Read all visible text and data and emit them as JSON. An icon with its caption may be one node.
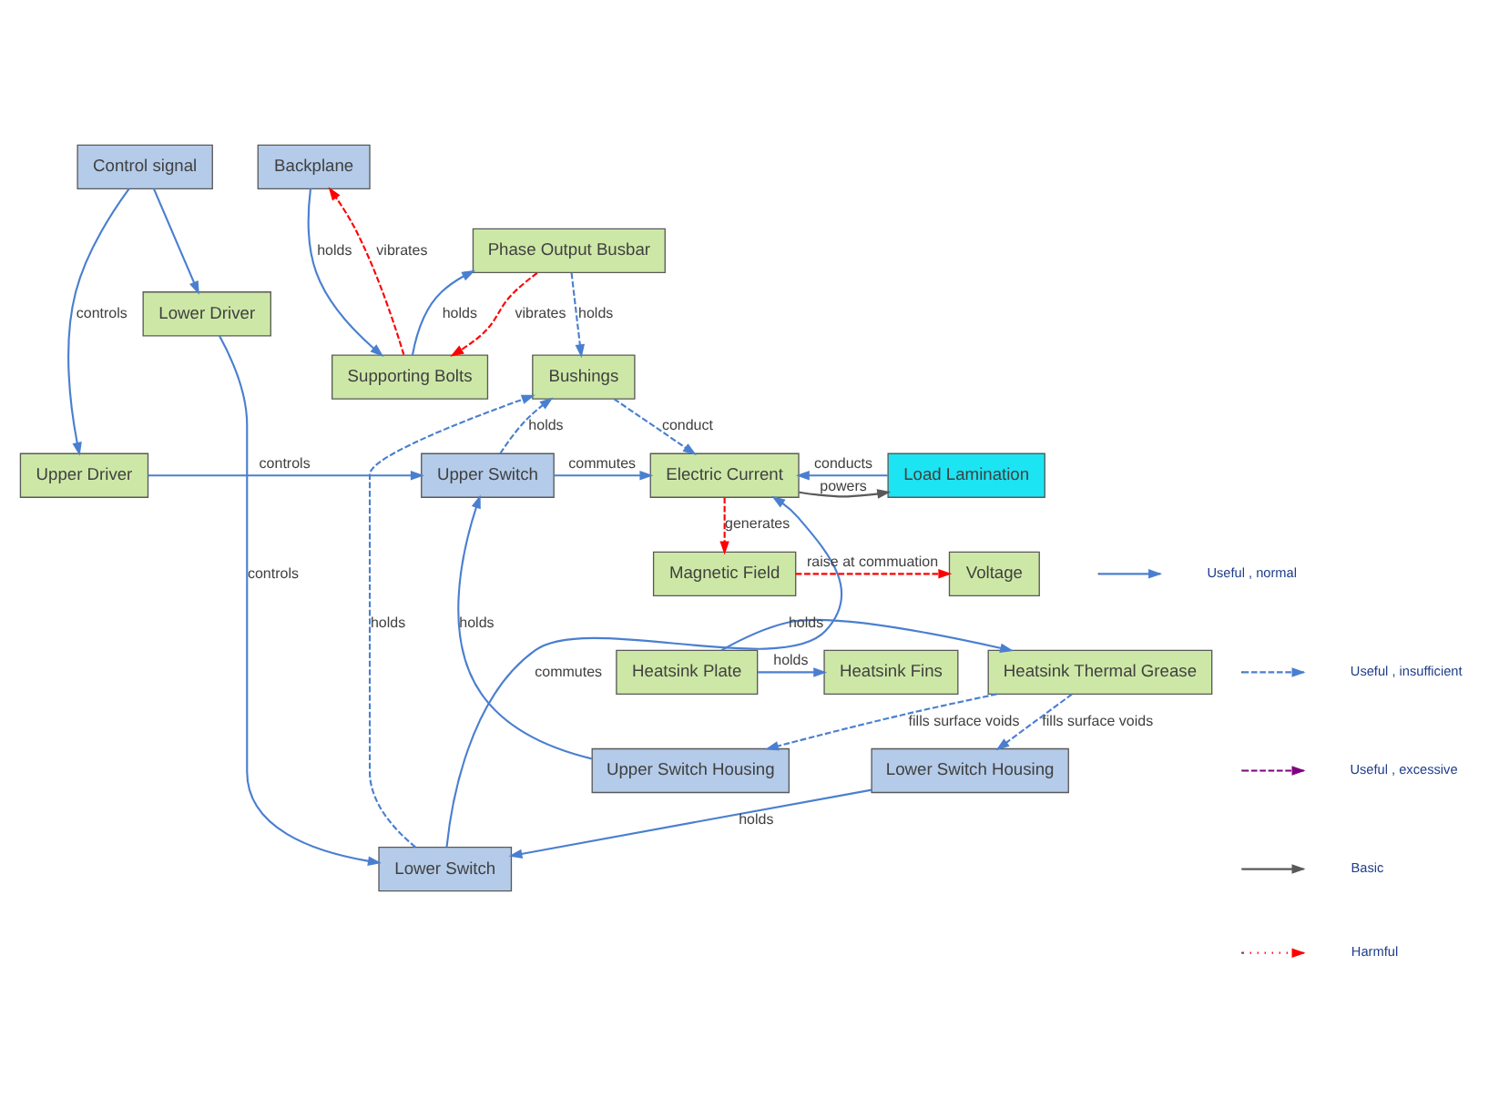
{
  "diagram": {
    "nodes": [
      {
        "text": [
          "Control signal"
        ]
      },
      {
        "text": [
          "Backplane"
        ]
      },
      {
        "text": [
          "Supporting Bolts"
        ]
      },
      {
        "text": [
          "Phase Output Busbar"
        ]
      },
      {
        "text": [
          "Upper Switch Housing"
        ]
      },
      {
        "text": [
          "Bushings"
        ]
      },
      {
        "text": [
          "Upper Driver"
        ]
      },
      {
        "text": [
          "Upper Switch"
        ]
      },
      {
        "text": [
          "Electric Current"
        ]
      },
      {
        "text": [
          "Load Lamination"
        ]
      },
      {
        "text": [
          "Lower Driver"
        ]
      },
      {
        "text": [
          "Lower Switch"
        ]
      },
      {
        "text": [
          "Lower Switch Housing"
        ]
      },
      {
        "text": [
          "Magnetic Field"
        ]
      },
      {
        "text": [
          "Voltage"
        ]
      },
      {
        "text": [
          "Heatsink Thermal Grease"
        ]
      },
      {
        "text": [
          "Heatsink Plate"
        ]
      },
      {
        "text": [
          "Heatsink Fins"
        ]
      }
    ],
    "edges": [
      {
        "from": 0,
        "to": 6,
        "arrow": "to",
        "label": "controls"
      },
      {
        "from": 0,
        "to": 10,
        "arrow": "to"
      },
      {
        "from": 1,
        "to": 2,
        "arrow": "to",
        "label": "holds"
      },
      {
        "from": 2,
        "to": 1,
        "arrow": "to",
        "label": "vibrates",
        "style": "dashed",
        "color": "#ff0000"
      },
      {
        "from": 2,
        "to": 3,
        "arrow": "to",
        "label": "holds"
      },
      {
        "from": 3,
        "to": 2,
        "arrow": "to",
        "label": "vibrates",
        "style": "dashed",
        "color": "#ff0000"
      },
      {
        "from": 3,
        "to": 5,
        "arrow": "to",
        "label": "holds",
        "style": "dashed"
      },
      {
        "from": 4,
        "to": 7,
        "arrow": "to",
        "label": "holds"
      },
      {
        "from": 6,
        "to": 7,
        "arrow": "to",
        "label": "controls"
      },
      {
        "from": 7,
        "to": 5,
        "arrow": "to",
        "label": "holds",
        "style": "dashed"
      },
      {
        "from": 7,
        "to": 8,
        "arrow": "to",
        "label": "commutes"
      },
      {
        "from": 5,
        "to": 8,
        "arrow": "to",
        "label": "conduct",
        "style": "dashed"
      },
      {
        "from": 8,
        "to": 9,
        "arrow": "to",
        "label": "powers",
        "color": "#595959"
      },
      {
        "from": 9,
        "to": 8,
        "arrow": "to",
        "label": "conducts"
      },
      {
        "from": 10,
        "to": 11,
        "arrow": "to",
        "label": "controls"
      },
      {
        "from": 11,
        "to": 8,
        "arrow": "to",
        "label": "commutes"
      },
      {
        "from": 11,
        "to": 5,
        "arrow": "to",
        "label": "holds",
        "style": "dashed"
      },
      {
        "from": 12,
        "to": 11,
        "arrow": "to",
        "label": "holds"
      },
      {
        "from": 8,
        "to": 13,
        "arrow": "to",
        "label": "generates",
        "style": "dashed",
        "color": "#ff0000"
      },
      {
        "from": 13,
        "to": 14,
        "arrow": "to",
        "label": "raise at commuation",
        "style": "dashed",
        "color": "#ff0000"
      },
      {
        "from": 15,
        "to": 4,
        "arrow": "to",
        "label": "fills surface voids",
        "style": "dashed"
      },
      {
        "from": 15,
        "to": 12,
        "arrow": "to",
        "label": "fills surface voids",
        "style": "dashed"
      },
      {
        "from": 16,
        "to": 15,
        "arrow": "to",
        "label": "holds"
      },
      {
        "from": 16,
        "to": 17,
        "arrow": "to",
        "label": "holds"
      }
    ],
    "legend": [
      {
        "text": "Useful , normal"
      },
      {
        "text": "Useful , insufficient"
      },
      {
        "text": "Useful , excessive"
      },
      {
        "text": "Basic"
      },
      {
        "text": "Harmful"
      }
    ]
  }
}
